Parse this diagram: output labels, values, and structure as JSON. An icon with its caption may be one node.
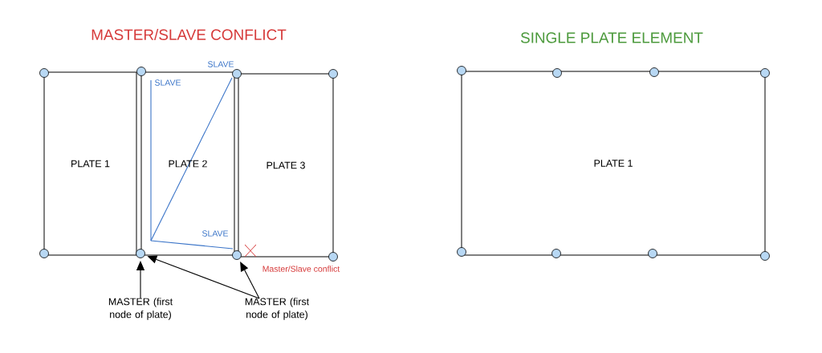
{
  "diagram": {
    "nodes": [
      {
        "text": [
          "PLATE 1"
        ]
      },
      {
        "text": [
          "PLATE 2"
        ]
      },
      {
        "text": [
          "PLATE 3"
        ]
      },
      {
        "text": [
          "PLATE 1"
        ]
      },
      {
        "text": [
          "MASTER (first node of plate)"
        ]
      },
      {
        "text": [
          "MASTER (first node of plate)"
        ]
      },
      {
        "text": [],
        "shape": "circle"
      },
      {
        "text": [],
        "shape": "circle"
      },
      {
        "text": [],
        "shape": "circle"
      },
      {
        "text": [],
        "shape": "circle"
      },
      {
        "text": [],
        "shape": "circle"
      },
      {
        "text": [],
        "shape": "circle"
      },
      {
        "text": [],
        "shape": "circle"
      },
      {
        "text": [],
        "shape": "circle"
      },
      {
        "text": [],
        "shape": "circle"
      },
      {
        "text": [],
        "shape": "circle"
      },
      {
        "text": [],
        "shape": "circle"
      },
      {
        "text": [],
        "shape": "circle"
      },
      {
        "text": [],
        "shape": "circle"
      },
      {
        "text": [],
        "shape": "circle"
      },
      {
        "text": [],
        "shape": "circle"
      },
      {
        "text": [],
        "shape": "circle"
      }
    ],
    "edges": [
      {
        "from": 4,
        "to": 11,
        "arrow": "to"
      },
      {
        "from": 5,
        "to": 11,
        "arrow": "to"
      },
      {
        "from": 5,
        "to": 12,
        "arrow": "to"
      }
    ],
    "labels": [
      "MASTER/SLAVE CONFLICT",
      "SINGLE PLATE ELEMENT",
      "SLAVE",
      "SLAVE",
      "SLAVE",
      "Master/Slave conflict"
    ]
  }
}
